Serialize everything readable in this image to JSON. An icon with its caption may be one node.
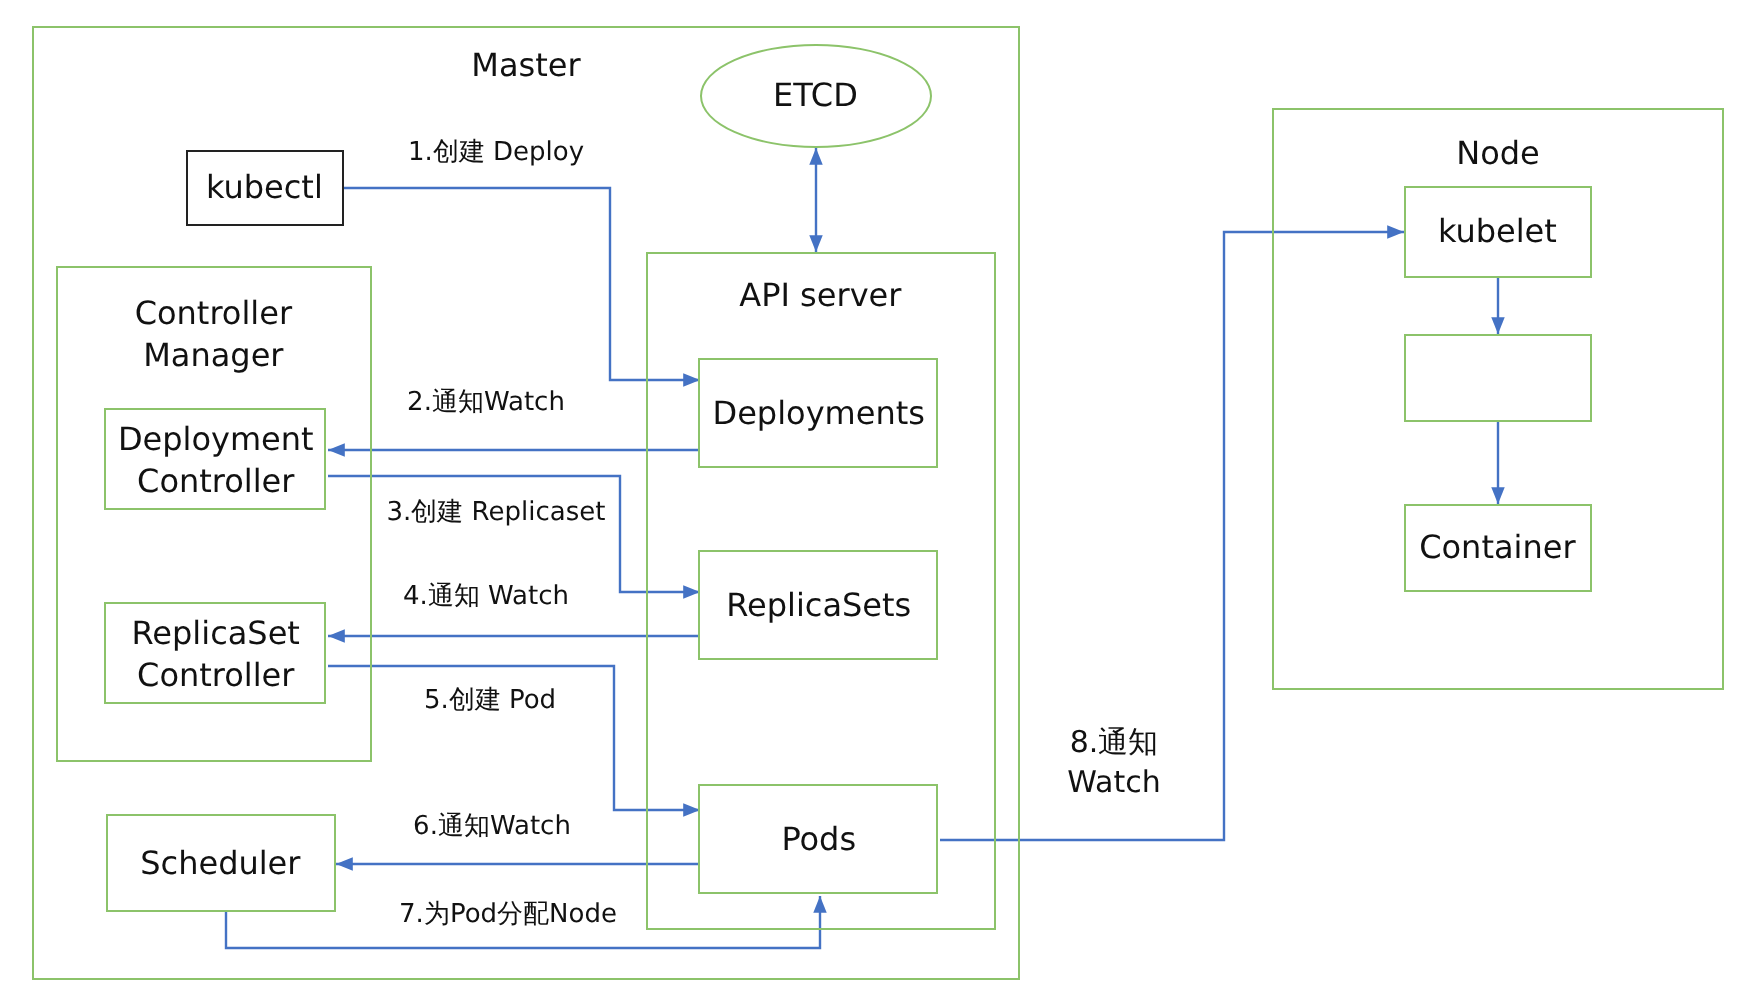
{
  "diagram": {
    "nodes": [
      {
        "text": [
          "Master"
        ]
      },
      {
        "text": [
          "ETCD"
        ],
        "in": 0
      },
      {
        "text": [
          "kubectl"
        ],
        "in": 0
      },
      {
        "text": [
          "Controller Manager"
        ],
        "in": 0
      },
      {
        "text": [
          "API server"
        ],
        "in": 0
      },
      {
        "text": [
          "Deployment Controller"
        ],
        "in": 3
      },
      {
        "text": [
          "Deployments"
        ],
        "in": 4
      },
      {
        "text": [
          "ReplicaSet Controller"
        ],
        "in": 3
      },
      {
        "text": [
          "ReplicaSets"
        ],
        "in": 4
      },
      {
        "text": [
          "Scheduler"
        ],
        "in": 0
      },
      {
        "text": [
          "Pods"
        ],
        "in": 4
      },
      {
        "text": [
          "Node"
        ]
      },
      {
        "text": [
          "kubelet"
        ],
        "in": 11
      },
      {
        "text": [],
        "shape": "box",
        "in": 11
      },
      {
        "text": [
          "Container"
        ],
        "in": 11
      }
    ],
    "edges": [
      {
        "from": 1,
        "to": 4,
        "arrow": "both"
      },
      {
        "from": 2,
        "to": 6,
        "arrow": "to",
        "label": "1.创建 Deploy"
      },
      {
        "from": 6,
        "to": 5,
        "arrow": "to",
        "label": "2.通知Watch"
      },
      {
        "from": 5,
        "to": 8,
        "arrow": "to",
        "label": "3.创建 Replicaset"
      },
      {
        "from": 8,
        "to": 7,
        "arrow": "to",
        "label": "4.通知 Watch"
      },
      {
        "from": 7,
        "to": 10,
        "arrow": "to",
        "label": "5.创建 Pod"
      },
      {
        "from": 10,
        "to": 9,
        "arrow": "to",
        "label": "6.通知Watch"
      },
      {
        "from": 9,
        "to": 10,
        "arrow": "to",
        "label": "7.为Pod分配Node"
      },
      {
        "from": 10,
        "to": 12,
        "arrow": "to",
        "label": "8.通知 Watch"
      },
      {
        "from": 12,
        "to": 13,
        "arrow": "to"
      },
      {
        "from": 13,
        "to": 14,
        "arrow": "to"
      }
    ]
  }
}
